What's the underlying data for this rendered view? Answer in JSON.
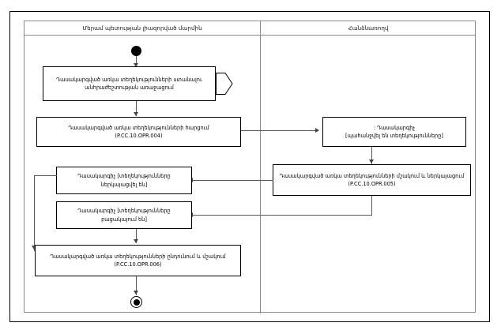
{
  "diagram": {
    "type": "uml-activity-diagram",
    "lanes": [
      {
        "id": "lane-left",
        "title": "Մերամ պետության լիազորված մարմին"
      },
      {
        "id": "lane-right",
        "title": "Հանձնառողվ"
      }
    ],
    "nodes": [
      {
        "id": "initial",
        "kind": "initial-node",
        "lane": "lane-left",
        "label": ""
      },
      {
        "id": "action-request-prep",
        "kind": "action",
        "lane": "lane-left",
        "line1": "Դասակարգված առկա տեղեկությունների ստանալու",
        "line2": "անհրաժեշտության առաջացում",
        "code": ""
      },
      {
        "id": "signal-send-shape",
        "kind": "send-signal-icon",
        "lane": "lane-left",
        "label": ""
      },
      {
        "id": "action-request",
        "kind": "action",
        "lane": "lane-left",
        "line1": "Դասակարգված առկա տեղեկությունների հարցում",
        "line2": "",
        "code": "(P.CC.10.OPR.004)"
      },
      {
        "id": "state-classifier-requested",
        "kind": "object-state",
        "lane": "lane-right",
        "line1": ": Դասակարգիչ",
        "line2": "[պահանջվել են տեղեկությունները]",
        "code": ""
      },
      {
        "id": "action-process-present",
        "kind": "action",
        "lane": "lane-right",
        "line1": "Դասակարգված առկա տեղեկությունների մշակում և ներկայացում",
        "line2": "",
        "code": "(P.CC.10.OPR.005)"
      },
      {
        "id": "state-classifier-presented",
        "kind": "object-state",
        "lane": "lane-left",
        "line1": "Դասակարգիչ [տեղեկությունները",
        "line2": "ներկայացվել են]",
        "code": ""
      },
      {
        "id": "state-classifier-missing",
        "kind": "object-state",
        "lane": "lane-left",
        "line1": "Դասակարգիչ [տեղեկությունները",
        "line2": "բացակայում են]",
        "code": ""
      },
      {
        "id": "action-receive-process",
        "kind": "action",
        "lane": "lane-left",
        "line1": "Դասակարգված առկա տեղեկությունների ընդունում և մշակում",
        "line2": "",
        "code": "(P.CC.10.OPR.006)"
      },
      {
        "id": "final",
        "kind": "final-node",
        "lane": "lane-left",
        "label": ""
      }
    ],
    "edges": [
      {
        "id": "edge-initial-to-prep",
        "from": "initial",
        "to": "action-request-prep",
        "label": ""
      },
      {
        "id": "edge-prep-to-request",
        "from": "action-request-prep",
        "to": "action-request",
        "label": ""
      },
      {
        "id": "edge-request-to-classifier",
        "from": "action-request",
        "to": "state-classifier-requested",
        "label": ""
      },
      {
        "id": "edge-classifier-to-process",
        "from": "state-classifier-requested",
        "to": "action-process-present",
        "label": ""
      },
      {
        "id": "edge-process-to-presented",
        "from": "action-process-present",
        "to": "state-classifier-presented",
        "label": ""
      },
      {
        "id": "edge-process-to-missing",
        "from": "action-process-present",
        "to": "state-classifier-missing",
        "label": ""
      },
      {
        "id": "edge-presented-to-receive",
        "from": "state-classifier-presented",
        "to": "action-receive-process",
        "label": ""
      },
      {
        "id": "edge-missing-to-receive",
        "from": "state-classifier-missing",
        "to": "action-receive-process",
        "label": ""
      },
      {
        "id": "edge-receive-to-final",
        "from": "action-receive-process",
        "to": "final",
        "label": ""
      }
    ],
    "colors": {
      "background": "#ffffff",
      "frame_stroke": "#000000",
      "lane_stroke": "#8a8a8a",
      "node_stroke": "#000000",
      "edge_stroke": "#555555",
      "text": "#000000"
    }
  }
}
